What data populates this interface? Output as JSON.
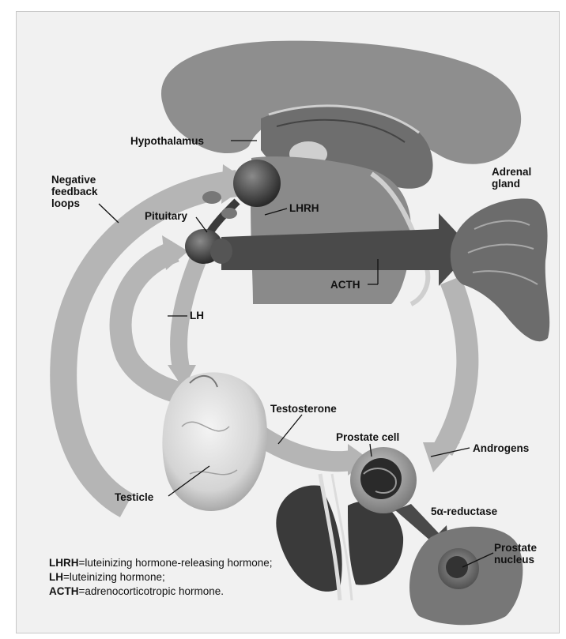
{
  "labels": {
    "hypothalamus": "Hypothalamus",
    "negative_feedback": "Negative\nfeedback\nloops",
    "pituitary": "Pituitary",
    "lhrh": "LHRH",
    "adrenal_gland": "Adrenal\ngland",
    "acth": "ACTH",
    "lh": "LH",
    "testosterone": "Testosterone",
    "prostate_cell": "Prostate cell",
    "androgens": "Androgens",
    "testicle": "Testicle",
    "five_alpha_reductase": "5α-reductase",
    "prostate_nucleus": "Prostate\nnucleus"
  },
  "legend": {
    "lhrh_abbr": "LHRH",
    "lhrh_def": "=luteinizing hormone-releasing hormone; ",
    "lh_abbr": "LH",
    "lh_def": "=luteinizing hormone; ",
    "acth_abbr": "ACTH",
    "acth_def": "=adrenocorticotropic hormone."
  },
  "colors": {
    "arrow_fill": "#b5b5b5",
    "dark_arrow": "#4a4a4a",
    "brain": "#8c8c8c",
    "gland_dark": "#3a3a3a"
  }
}
